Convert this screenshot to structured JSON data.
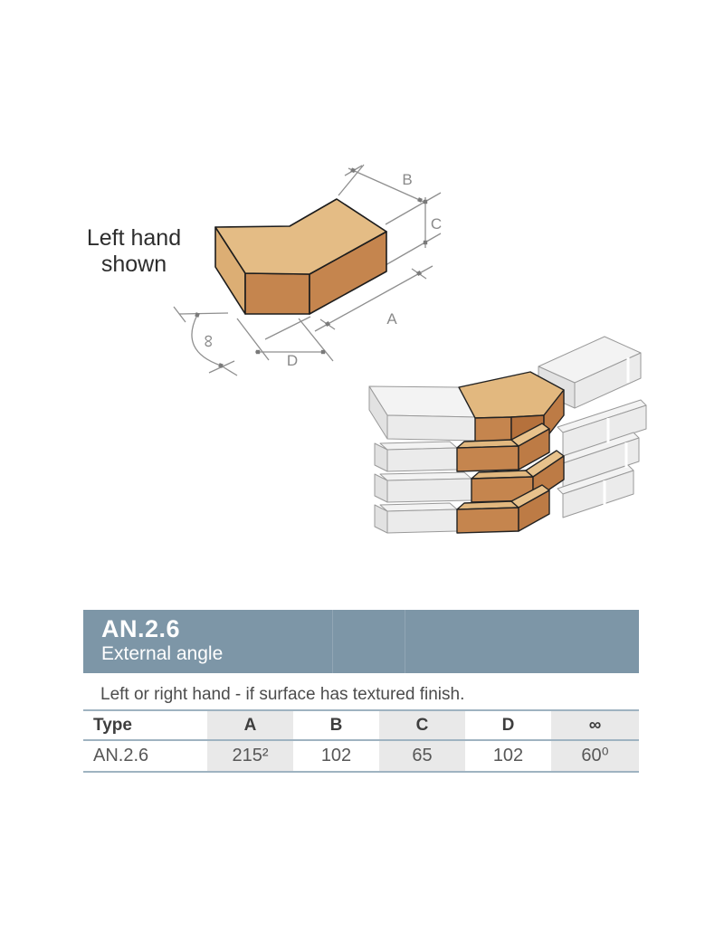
{
  "drawing": {
    "note": "Left hand shown",
    "labels": {
      "a": "A",
      "b": "B",
      "c": "C",
      "d": "D",
      "angle": "∞"
    }
  },
  "product": {
    "code": "AN.2.6",
    "name": "External angle",
    "description": "Left or right hand - if surface has textured finish."
  },
  "table": {
    "columns": [
      "Type",
      "A",
      "B",
      "C",
      "D",
      "∞"
    ],
    "rows": [
      [
        "AN.2.6",
        "215²",
        "102",
        "65",
        "102",
        "60⁰"
      ]
    ]
  },
  "colors": {
    "header_bg": "#7d96a7",
    "table_line": "#9fb3c1",
    "cell_shade": "#e9e9e9",
    "dimension_line": "#8f8f8f",
    "brick_top": "#e4bc85",
    "brick_left": "#dcae74",
    "brick_front": "#c5854e",
    "brick_dark": "#b5713c",
    "white_brick_front": "#ebebeb",
    "white_brick_top": "#f3f3f3"
  }
}
